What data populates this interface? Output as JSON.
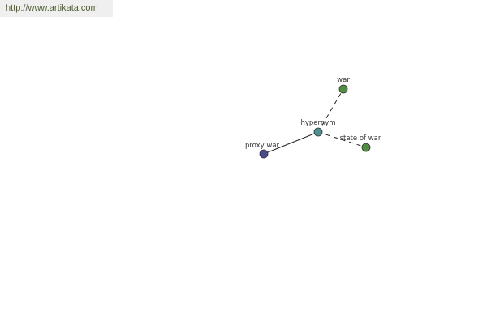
{
  "header": {
    "url": "http://www.artikata.com"
  },
  "graph": {
    "colors": {
      "edge": "#222222",
      "node_outline": "#333333"
    },
    "nodes": [
      {
        "id": "hypernym",
        "label": "hypernym",
        "color": "#4e8f8f"
      },
      {
        "id": "war",
        "label": "war",
        "color": "#4f8f3f"
      },
      {
        "id": "state-of-war",
        "label": "state of war",
        "color": "#4f8f3f"
      },
      {
        "id": "proxy-war",
        "label": "proxy war",
        "color": "#4a4a8f"
      }
    ],
    "edges": [
      {
        "from": "hypernym",
        "to": "war",
        "style": "dashed"
      },
      {
        "from": "hypernym",
        "to": "state-of-war",
        "style": "dashed"
      },
      {
        "from": "hypernym",
        "to": "proxy-war",
        "style": "solid"
      }
    ]
  }
}
